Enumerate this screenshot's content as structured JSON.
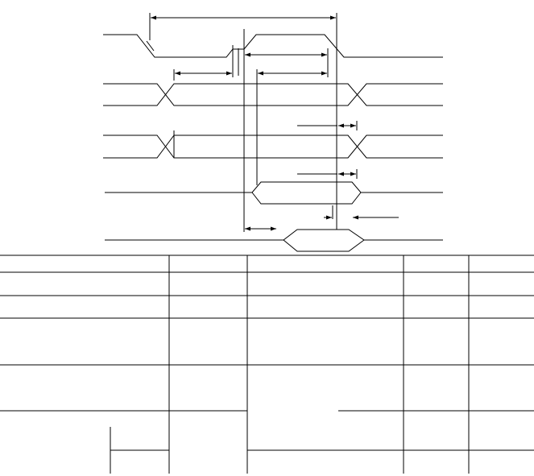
{
  "diagram": {
    "type": "timing-diagram",
    "line_color": "#000000",
    "background": "#ffffff",
    "signals": [
      {
        "key": "clock",
        "shape": "pulse"
      },
      {
        "key": "bus-a",
        "shape": "transition-bus"
      },
      {
        "key": "bus-b",
        "shape": "transition-bus"
      },
      {
        "key": "data-window",
        "shape": "valid-window"
      },
      {
        "key": "output-window",
        "shape": "valid-window"
      }
    ],
    "timing_arrows": [
      {
        "key": "cycle-span",
        "style": "both-ends"
      },
      {
        "key": "pulse-width",
        "style": "both-ends"
      },
      {
        "key": "setup-to-edge",
        "style": "both-ends"
      },
      {
        "key": "address-setup",
        "style": "both-ends"
      },
      {
        "key": "hold-a",
        "style": "both-ends"
      },
      {
        "key": "hold-b",
        "style": "both-ends"
      },
      {
        "key": "output-hold",
        "style": "outside-arrows"
      },
      {
        "key": "access-delay",
        "style": "both-ends"
      }
    ]
  },
  "table": {
    "columns": 6,
    "rows": 7,
    "cells": []
  }
}
